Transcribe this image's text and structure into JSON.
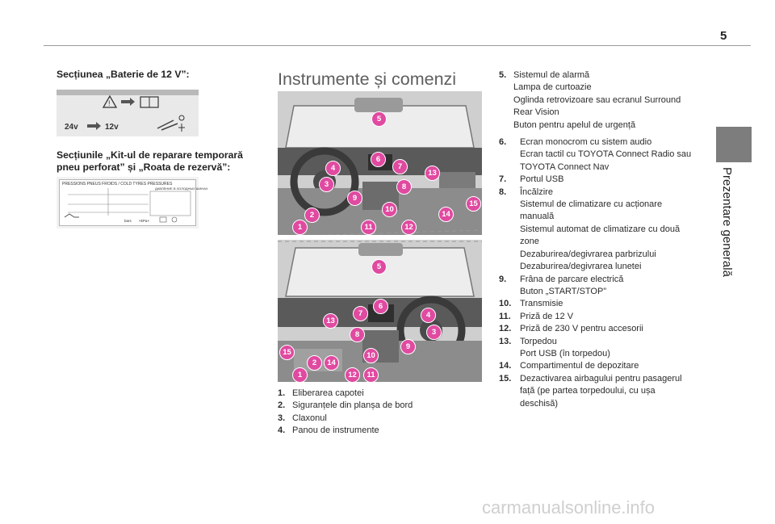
{
  "page": {
    "number": "5",
    "side_tab": "Prezentare generală"
  },
  "left": {
    "battery_title": "Secțiunea „Baterie de 12 V”:",
    "battery_label": {
      "v24": "24v",
      "v12": "12v"
    },
    "kit_title_l1": "Secțiunile „Kit-ul de reparare temporară",
    "kit_title_l2": "pneu perforat” și „Roata de rezervă”:",
    "tyre_label": {
      "header": "PRESSIONS PNEUS FROIDS / COLD TYRES PRESSURES",
      "header2": "ДАВЛЕНИЕ В ХОЛОДНЫХ ШИНАХ",
      "bars": "bars",
      "kpa": "×kPa×"
    }
  },
  "main": {
    "title": "Instrumente și comenzi",
    "callouts_top": [
      "5",
      "6",
      "7",
      "13",
      "4",
      "3",
      "8",
      "9",
      "15",
      "10",
      "2",
      "14",
      "1",
      "11",
      "12"
    ],
    "callouts_bottom": [
      "5",
      "6",
      "7",
      "13",
      "4",
      "3",
      "8",
      "9",
      "15",
      "14",
      "2",
      "10",
      "1",
      "12",
      "11"
    ],
    "legend_left": [
      {
        "n": "1.",
        "t": "Eliberarea capotei"
      },
      {
        "n": "2.",
        "t": "Siguranțele din planșa de bord"
      },
      {
        "n": "3.",
        "t": "Claxonul"
      },
      {
        "n": "4.",
        "t": "Panou de instrumente"
      }
    ],
    "legend_right": [
      {
        "n": "5.",
        "t": "Sistemul de alarmă\nLampa de curtoazie\nOglinda retrovizoare sau ecranul Surround\nRear Vision\nButon pentru apelul de urgență"
      },
      {
        "n": "6.",
        "t": "Ecran monocrom cu sistem audio\nEcran tactil cu TOYOTA Connect Radio sau\nTOYOTA Connect Nav"
      },
      {
        "n": "7.",
        "t": "Portul USB"
      },
      {
        "n": "8.",
        "t": "Încălzire\nSistemul de climatizare cu acționare\nmanuală\nSistemul automat de climatizare cu două\nzone\nDezaburirea/degivrarea parbrizului\nDezaburirea/degivrarea lunetei"
      },
      {
        "n": "9.",
        "t": "Frâna de parcare electrică\nButon „START/STOP”"
      },
      {
        "n": "10.",
        "t": "Transmisie"
      },
      {
        "n": "11.",
        "t": "Priză de 12 V"
      },
      {
        "n": "12.",
        "t": "Priză de 230 V pentru accesorii"
      },
      {
        "n": "13.",
        "t": "Torpedou\nPort USB (în torpedou)"
      },
      {
        "n": "14.",
        "t": "Compartimentul de depozitare"
      },
      {
        "n": "15.",
        "t": "Dezactivarea airbagului pentru pasagerul\nfață (pe partea torpedoului, cu ușa\ndeschisă)"
      }
    ]
  },
  "colors": {
    "callout": "#e04aa0",
    "tab": "#7d7d7d"
  },
  "footer": "carmanualsonline.info"
}
